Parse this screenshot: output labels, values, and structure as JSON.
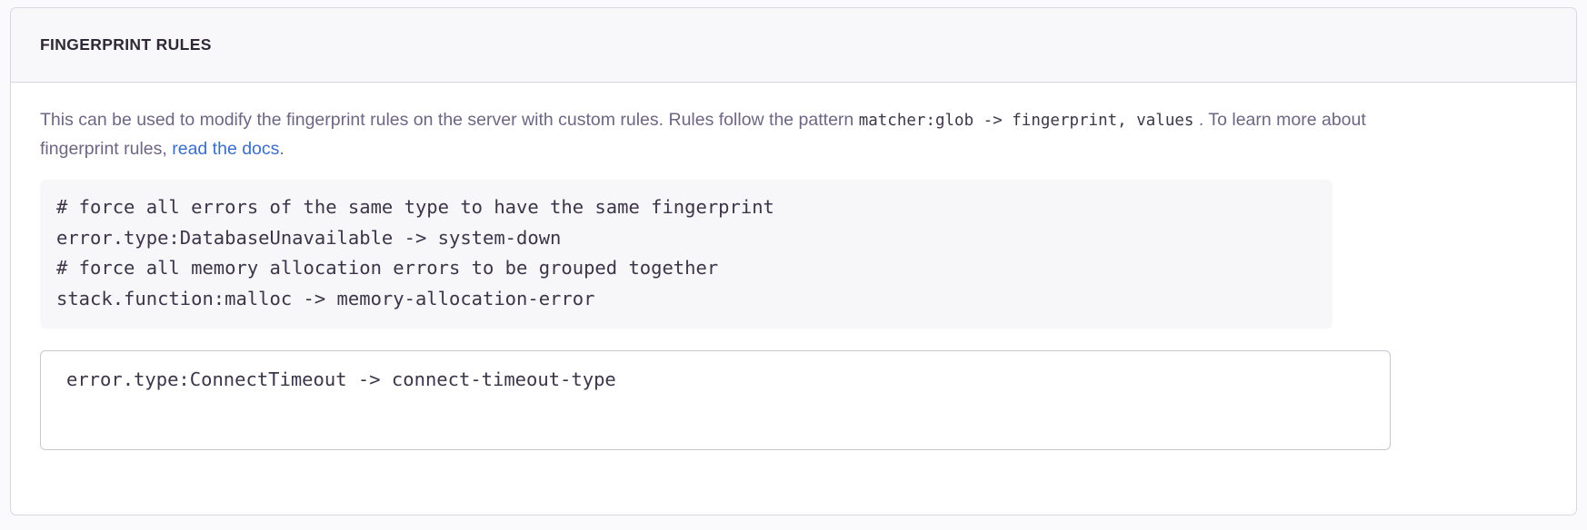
{
  "panel": {
    "title": "FINGERPRINT RULES",
    "description": {
      "part1": "This can be used to modify the fingerprint rules on the server with custom rules. Rules follow the pattern ",
      "code1": "matcher:glob -> fingerprint, values",
      "part2": " . To learn more about fingerprint rules, ",
      "link_text": "read the docs",
      "part3": "."
    },
    "code_sample": {
      "lines": [
        "# force all errors of the same type to have the same fingerprint",
        "error.type:DatabaseUnavailable -> system-down",
        "# force all memory allocation errors to be grouped together",
        "stack.function:malloc -> memory-allocation-error"
      ]
    },
    "rules_input": {
      "value": "error.type:ConnectTimeout -> connect-timeout-type",
      "placeholder": ""
    }
  },
  "colors": {
    "page_background": "#faf9fb",
    "panel_background": "#ffffff",
    "panel_border": "#d8d6e0",
    "header_background": "#f8f7fa",
    "title_text": "#2f2936",
    "description_text": "#6f6682",
    "code_text": "#3c3548",
    "code_background": "#f7f7fa",
    "link": "#3b6ecc",
    "input_border": "#c9c6d4"
  }
}
